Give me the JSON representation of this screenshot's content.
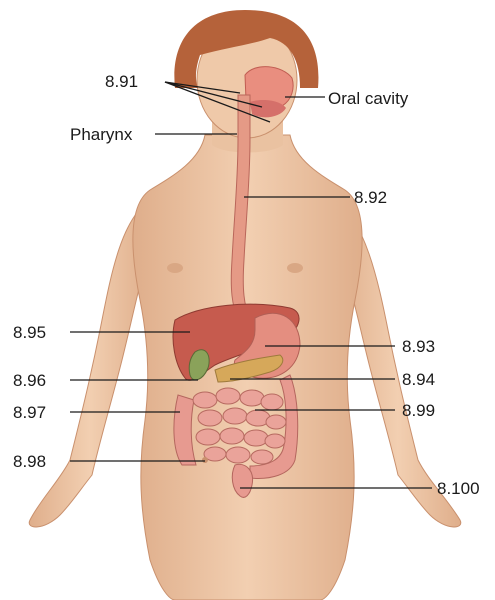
{
  "diagram": {
    "labels": {
      "l891": "8.91",
      "oral_cavity": "Oral cavity",
      "pharynx": "Pharynx",
      "l892": "8.92",
      "l895": "8.95",
      "l893": "8.93",
      "l896": "8.96",
      "l894": "8.94",
      "l897": "8.97",
      "l899": "8.99",
      "l898": "8.98",
      "l8100": "8.100"
    },
    "colors": {
      "skin": "#edc6a5",
      "skin_shadow": "#d9a784",
      "hair": "#b5623a",
      "esophagus": "#e59a86",
      "liver": "#c65b4e",
      "stomach": "#e48e80",
      "gallbladder": "#8aa25a",
      "pancreas": "#d6a85a",
      "intestine": "#e79a90",
      "leader_line": "#1a1a1a"
    }
  }
}
